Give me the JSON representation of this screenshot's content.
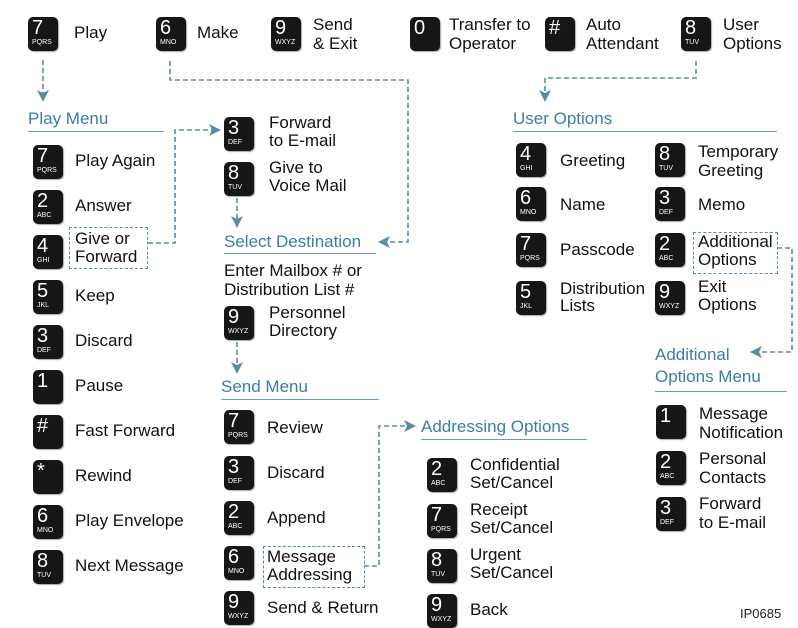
{
  "colors": {
    "heading": "#3c7ea3",
    "dashed_connector": "#5b8aa3",
    "key_fill": "#161616"
  },
  "top_row": [
    {
      "digit": "7",
      "letters": "PQRS",
      "label": [
        "Play"
      ]
    },
    {
      "digit": "6",
      "letters": "MNO",
      "label": [
        "Make"
      ]
    },
    {
      "digit": "9",
      "letters": "WXYZ",
      "label": [
        "Send",
        "& Exit"
      ]
    },
    {
      "digit": "0",
      "letters": "",
      "label": [
        "Transfer to",
        "Operator"
      ]
    },
    {
      "digit": "#",
      "letters": "",
      "label": [
        "Auto",
        "Attendant"
      ]
    },
    {
      "digit": "8",
      "letters": "TUV",
      "label": [
        "User",
        "Options"
      ]
    }
  ],
  "play_menu": {
    "title": "Play Menu",
    "items": [
      {
        "digit": "7",
        "letters": "PQRS",
        "label": [
          "Play Again"
        ]
      },
      {
        "digit": "2",
        "letters": "ABC",
        "label": [
          "Answer"
        ]
      },
      {
        "digit": "4",
        "letters": "GHI",
        "label": [
          "Give or",
          "Forward"
        ]
      },
      {
        "digit": "5",
        "letters": "JKL",
        "label": [
          "Keep"
        ]
      },
      {
        "digit": "3",
        "letters": "DEF",
        "label": [
          "Discard"
        ]
      },
      {
        "digit": "1",
        "letters": "",
        "label": [
          "Pause"
        ]
      },
      {
        "digit": "#",
        "letters": "",
        "label": [
          "Fast Forward"
        ]
      },
      {
        "digit": "*",
        "letters": "",
        "label": [
          "Rewind"
        ]
      },
      {
        "digit": "6",
        "letters": "MNO",
        "label": [
          "Play Envelope"
        ]
      },
      {
        "digit": "8",
        "letters": "TUV",
        "label": [
          "Next Message"
        ]
      }
    ]
  },
  "forward_options": [
    {
      "digit": "3",
      "letters": "DEF",
      "label": [
        "Forward",
        "to E-mail"
      ]
    },
    {
      "digit": "8",
      "letters": "TUV",
      "label": [
        "Give to",
        "Voice Mail"
      ]
    }
  ],
  "select_destination": {
    "title": "Select Destination",
    "text": [
      "Enter Mailbox # or",
      "Distribution List #"
    ],
    "key": {
      "digit": "9",
      "letters": "WXYZ",
      "label": [
        "Personnel",
        "Directory"
      ]
    }
  },
  "send_menu": {
    "title": "Send Menu",
    "items": [
      {
        "digit": "7",
        "letters": "PQRS",
        "label": [
          "Review"
        ]
      },
      {
        "digit": "3",
        "letters": "DEF",
        "label": [
          "Discard"
        ]
      },
      {
        "digit": "2",
        "letters": "ABC",
        "label": [
          "Append"
        ]
      },
      {
        "digit": "6",
        "letters": "MNO",
        "label": [
          "Message",
          "Addressing"
        ]
      },
      {
        "digit": "9",
        "letters": "WXYZ",
        "label": [
          "Send & Return"
        ]
      }
    ]
  },
  "addressing_options": {
    "title": "Addressing Options",
    "items": [
      {
        "digit": "2",
        "letters": "ABC",
        "label": [
          "Confidential",
          "Set/Cancel"
        ]
      },
      {
        "digit": "7",
        "letters": "PQRS",
        "label": [
          "Receipt",
          "Set/Cancel"
        ]
      },
      {
        "digit": "8",
        "letters": "TUV",
        "label": [
          "Urgent",
          "Set/Cancel"
        ]
      },
      {
        "digit": "9",
        "letters": "WXYZ",
        "label": [
          "Back"
        ]
      }
    ]
  },
  "user_options": {
    "title": "User Options",
    "items": [
      {
        "digit": "4",
        "letters": "GHI",
        "label": [
          "Greeting"
        ]
      },
      {
        "digit": "6",
        "letters": "MNO",
        "label": [
          "Name"
        ]
      },
      {
        "digit": "7",
        "letters": "PQRS",
        "label": [
          "Passcode"
        ]
      },
      {
        "digit": "5",
        "letters": "JKL",
        "label": [
          "Distribution",
          "Lists"
        ]
      },
      {
        "digit": "8",
        "letters": "TUV",
        "label": [
          "Temporary",
          "Greeting"
        ]
      },
      {
        "digit": "3",
        "letters": "DEF",
        "label": [
          "Memo"
        ]
      },
      {
        "digit": "2",
        "letters": "ABC",
        "label": [
          "Additional",
          "Options"
        ]
      },
      {
        "digit": "9",
        "letters": "WXYZ",
        "label": [
          "Exit",
          "Options"
        ]
      }
    ]
  },
  "additional_options_menu": {
    "title": [
      "Additional",
      "Options Menu"
    ],
    "items": [
      {
        "digit": "1",
        "letters": "",
        "label": [
          "Message",
          "Notification"
        ]
      },
      {
        "digit": "2",
        "letters": "ABC",
        "label": [
          "Personal",
          "Contacts"
        ]
      },
      {
        "digit": "3",
        "letters": "DEF",
        "label": [
          "Forward",
          "to E-mail"
        ]
      }
    ]
  },
  "figure_id": "IP0685"
}
